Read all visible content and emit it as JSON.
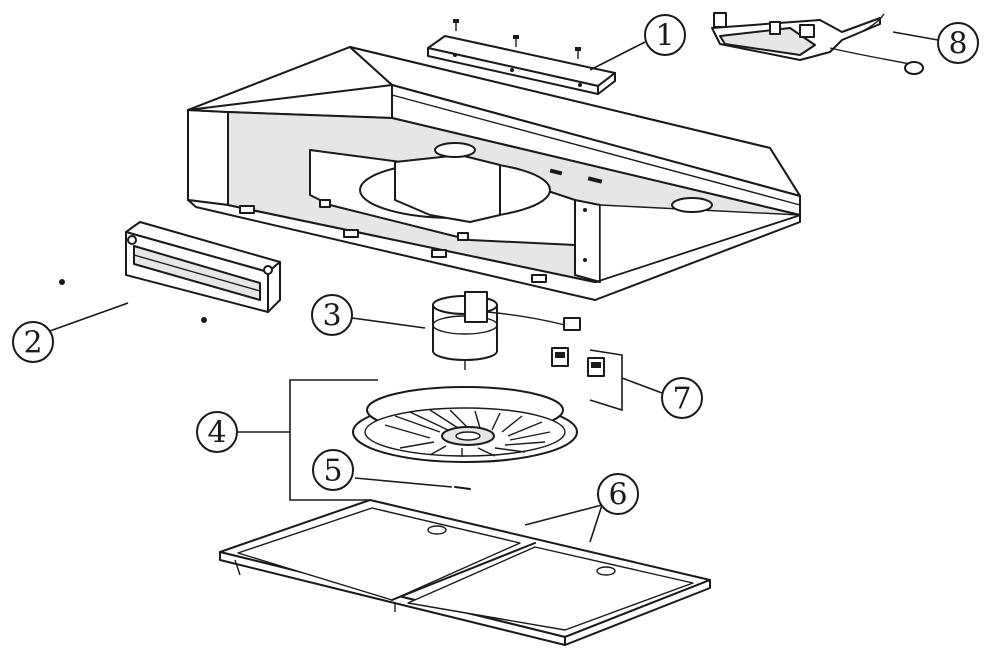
{
  "callouts": [
    {
      "id": "1",
      "label": "1"
    },
    {
      "id": "2",
      "label": "2"
    },
    {
      "id": "3",
      "label": "3"
    },
    {
      "id": "4",
      "label": "4"
    },
    {
      "id": "5",
      "label": "5"
    },
    {
      "id": "6",
      "label": "6"
    },
    {
      "id": "7",
      "label": "7"
    },
    {
      "id": "8",
      "label": "8"
    }
  ],
  "colors": {
    "line": "#1a1a1a",
    "background": "#ffffff",
    "shade": "#e6e6e6"
  }
}
